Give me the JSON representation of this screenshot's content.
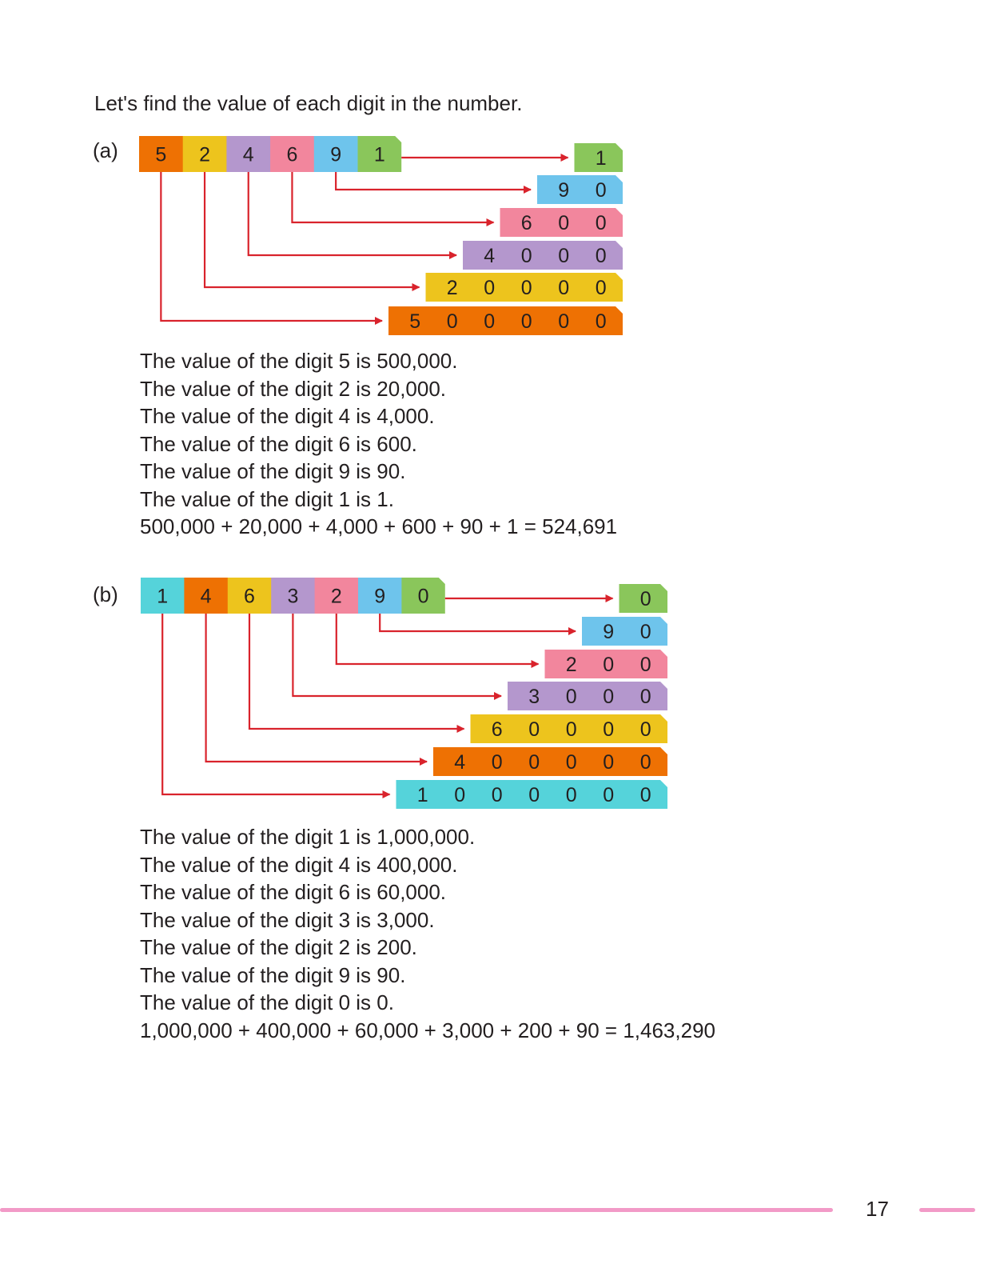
{
  "intro": "Let's find the value of each digit in the number.",
  "colors": {
    "orange": "#ee7103",
    "yellow": "#edc41d",
    "purple": "#b497cd",
    "pink": "#f2869d",
    "blue": "#6ec4ec",
    "green": "#8ac65b",
    "cyan": "#55d3da",
    "arrow": "#d9232c",
    "footer": "#f29ac7"
  },
  "parts": [
    {
      "label": "(a)",
      "digits": [
        {
          "d": "5",
          "color": "orange"
        },
        {
          "d": "2",
          "color": "yellow"
        },
        {
          "d": "4",
          "color": "purple"
        },
        {
          "d": "6",
          "color": "pink"
        },
        {
          "d": "9",
          "color": "blue"
        },
        {
          "d": "1",
          "color": "green"
        }
      ],
      "lines": [
        "The value of the digit 5 is 500,000.",
        "The value of the digit 2 is 20,000.",
        "The value of the digit 4 is 4,000.",
        "The value of the digit 6 is 600.",
        "The value of the digit 9 is 90.",
        "The value of the digit 1 is 1.",
        "500,000 + 20,000 + 4,000 + 600 + 90 + 1 = 524,691"
      ]
    },
    {
      "label": "(b)",
      "digits": [
        {
          "d": "1",
          "color": "cyan"
        },
        {
          "d": "4",
          "color": "orange"
        },
        {
          "d": "6",
          "color": "yellow"
        },
        {
          "d": "3",
          "color": "purple"
        },
        {
          "d": "2",
          "color": "pink"
        },
        {
          "d": "9",
          "color": "blue"
        },
        {
          "d": "0",
          "color": "green"
        }
      ],
      "lines": [
        "The value of the digit 1 is 1,000,000.",
        "The value of the digit 4 is 400,000.",
        "The value of the digit 6 is 60,000.",
        "The value of the digit 3 is 3,000.",
        "The value of the digit 2 is 200.",
        "The value of the digit 9 is 90.",
        "The value of the digit 0 is 0.",
        "1,000,000 + 400,000 + 60,000 + 3,000 + 200 + 90 = 1,463,290"
      ]
    }
  ],
  "page_number": "17"
}
